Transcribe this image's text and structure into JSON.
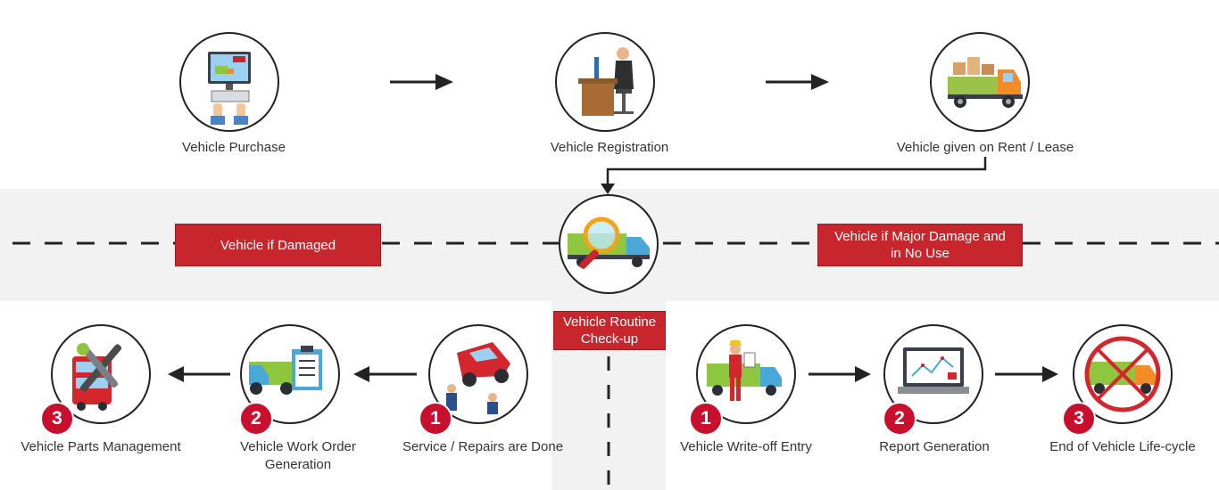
{
  "top_flow": [
    {
      "label": "Vehicle Purchase",
      "icon": "computer-buy-icon"
    },
    {
      "label": "Vehicle Registration",
      "icon": "office-desk-icon"
    },
    {
      "label": "Vehicle given on Rent / Lease",
      "icon": "loaded-truck-icon"
    }
  ],
  "banners": {
    "damaged": "Vehicle if Damaged",
    "major_damage": "Vehicle if Major Damage and in No Use",
    "routine": "Vehicle Routine Check-up"
  },
  "center": {
    "icon": "truck-magnifier-icon"
  },
  "left_flow": [
    {
      "number": "1",
      "label": "Service / Repairs are Done",
      "icon": "car-repair-icon"
    },
    {
      "number": "2",
      "label": "Vehicle Work Order Generation",
      "icon": "truck-clipboard-icon"
    },
    {
      "number": "3",
      "label": "Vehicle Parts Management",
      "icon": "bus-tools-icon"
    }
  ],
  "right_flow": [
    {
      "number": "1",
      "label": "Vehicle Write-off Entry",
      "icon": "worker-truck-icon"
    },
    {
      "number": "2",
      "label": "Report Generation",
      "icon": "laptop-report-icon"
    },
    {
      "number": "3",
      "label": "End of Vehicle Life-cycle",
      "icon": "truck-prohibited-icon"
    }
  ],
  "colors": {
    "accent": "#c8262d",
    "band": "#f2f2f2",
    "line": "#222222"
  }
}
